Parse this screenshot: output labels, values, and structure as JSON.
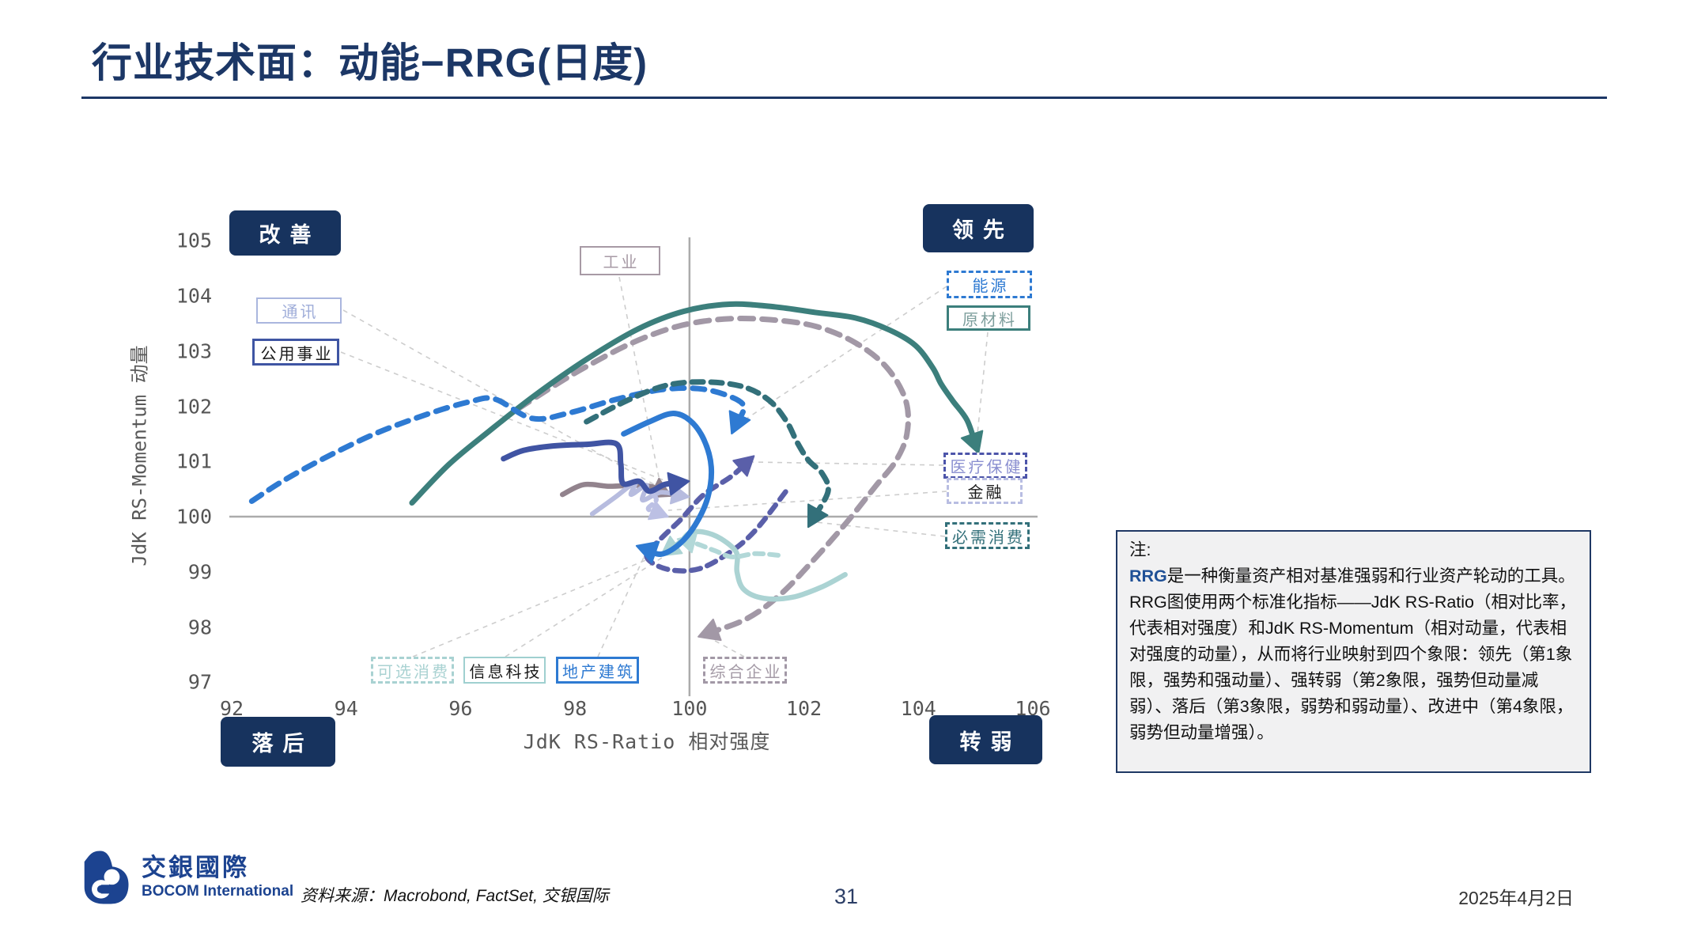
{
  "slide": {
    "title": "行业技术面：动能−RRG(日度)",
    "page_number": "31",
    "date": "2025年4月2日",
    "source_label": "资料来源：Macrobond, FactSet, 交银国际",
    "logo_cn": "交銀國際",
    "logo_en": "BOCOM International"
  },
  "note": {
    "label": "注:",
    "highlight": "RRG",
    "body": "是一种衡量资产相对基准强弱和行业资产轮动的工具。RRG图使用两个标准化指标——JdK RS-Ratio（相对比率，代表相对强度）和JdK RS-Momentum（相对动量，代表相对强度的动量），从而将行业映射到四个象限：领先（第1象限，强势和强动量）、强转弱（第2象限，强势但动量减弱）、落后（第3象限，弱势和弱动量）、改进中（第4象限，弱势但动量增强）。"
  },
  "chart_data": {
    "type": "line",
    "subtype": "rrg-rotation-trails",
    "title": "",
    "xlabel": "JdK RS-Ratio 相对强度",
    "ylabel": "JdK RS-Momentum 动量",
    "xlim": [
      92,
      106
    ],
    "ylim": [
      97,
      105
    ],
    "x_ticks": [
      92,
      94,
      96,
      98,
      100,
      102,
      104,
      106
    ],
    "y_ticks": [
      97,
      98,
      99,
      100,
      101,
      102,
      103,
      104,
      105
    ],
    "grid": "off",
    "legend_position": "labeled-boxes",
    "reference_cross": {
      "x": 100,
      "y": 100
    },
    "quadrant_box_color": "#17335e",
    "quadrants": [
      {
        "label": "改善",
        "position": "top-left"
      },
      {
        "label": "领先",
        "position": "top-right"
      },
      {
        "label": "落后",
        "position": "bottom-left"
      },
      {
        "label": "转弱",
        "position": "bottom-right"
      }
    ],
    "series": [
      {
        "name": "能源",
        "color": "#2e7ad2",
        "style": "dashed",
        "dash": [
          15,
          11
        ],
        "width": 7,
        "points": [
          [
            92.35,
            100.28
          ],
          [
            92.9,
            100.65
          ],
          [
            93.6,
            101.05
          ],
          [
            94.5,
            101.5
          ],
          [
            95.4,
            101.85
          ],
          [
            96.15,
            102.08
          ],
          [
            96.6,
            102.13
          ],
          [
            97.25,
            101.78
          ],
          [
            97.9,
            101.88
          ],
          [
            98.7,
            102.12
          ],
          [
            99.5,
            102.3
          ],
          [
            100.15,
            102.32
          ],
          [
            100.65,
            102.2
          ],
          [
            100.95,
            102.0
          ],
          [
            100.8,
            101.65
          ]
        ]
      },
      {
        "name": "原材料",
        "color": "#3c7f7c",
        "style": "solid",
        "dash": null,
        "width": 7,
        "points": [
          [
            95.15,
            100.25
          ],
          [
            95.8,
            100.95
          ],
          [
            96.5,
            101.55
          ],
          [
            97.3,
            102.2
          ],
          [
            98.2,
            102.85
          ],
          [
            99.1,
            103.4
          ],
          [
            99.9,
            103.72
          ],
          [
            100.7,
            103.85
          ],
          [
            101.5,
            103.8
          ],
          [
            102.2,
            103.7
          ],
          [
            102.9,
            103.6
          ],
          [
            103.5,
            103.38
          ],
          [
            103.95,
            103.1
          ],
          [
            104.25,
            102.7
          ],
          [
            104.4,
            102.4
          ],
          [
            104.6,
            102.1
          ],
          [
            104.85,
            101.75
          ],
          [
            105.0,
            101.3
          ]
        ]
      },
      {
        "name": "综合企业",
        "color": "#a298a6",
        "style": "dashed",
        "dash": [
          17,
          11
        ],
        "width": 7,
        "points": [
          [
            97.0,
            101.95
          ],
          [
            97.6,
            102.35
          ],
          [
            98.2,
            102.72
          ],
          [
            99.0,
            103.15
          ],
          [
            99.8,
            103.45
          ],
          [
            100.6,
            103.58
          ],
          [
            101.4,
            103.57
          ],
          [
            102.2,
            103.45
          ],
          [
            102.9,
            103.15
          ],
          [
            103.45,
            102.7
          ],
          [
            103.78,
            102.1
          ],
          [
            103.8,
            101.5
          ],
          [
            103.6,
            101.0
          ],
          [
            103.25,
            100.55
          ],
          [
            102.75,
            99.9
          ],
          [
            102.2,
            99.25
          ],
          [
            101.6,
            98.6
          ],
          [
            101.0,
            98.15
          ],
          [
            100.3,
            97.88
          ]
        ]
      },
      {
        "name": "必需消费",
        "color": "#33707a",
        "style": "dashed",
        "dash": [
          14,
          10
        ],
        "width": 7,
        "points": [
          [
            98.2,
            101.72
          ],
          [
            98.9,
            102.1
          ],
          [
            99.6,
            102.38
          ],
          [
            100.3,
            102.44
          ],
          [
            100.95,
            102.35
          ],
          [
            101.4,
            102.1
          ],
          [
            101.7,
            101.72
          ],
          [
            101.88,
            101.35
          ],
          [
            102.08,
            101.02
          ],
          [
            102.32,
            100.78
          ],
          [
            102.42,
            100.45
          ],
          [
            102.15,
            99.95
          ]
        ]
      },
      {
        "name": "工业",
        "color": "#92838d",
        "style": "solid",
        "dash": null,
        "width": 6.5,
        "points": [
          [
            97.78,
            100.4
          ],
          [
            98.15,
            100.58
          ],
          [
            98.6,
            100.55
          ],
          [
            99.05,
            100.57
          ],
          [
            99.35,
            100.54
          ],
          [
            99.55,
            100.44
          ]
        ]
      },
      {
        "name": "通讯",
        "color": "#b7bcdf",
        "style": "solid",
        "dash": null,
        "width": 6,
        "points": [
          [
            98.3,
            100.05
          ],
          [
            98.7,
            100.35
          ],
          [
            99.05,
            100.62
          ],
          [
            98.98,
            100.4
          ],
          [
            99.25,
            100.57
          ],
          [
            99.18,
            100.3
          ],
          [
            99.5,
            100.44
          ],
          [
            99.86,
            100.38
          ]
        ]
      },
      {
        "name": "公用事业",
        "color": "#4054a3",
        "style": "solid",
        "dash": null,
        "width": 7,
        "points": [
          [
            96.75,
            101.05
          ],
          [
            97.1,
            101.2
          ],
          [
            97.6,
            101.28
          ],
          [
            98.2,
            101.31
          ],
          [
            98.72,
            101.32
          ],
          [
            98.8,
            100.95
          ],
          [
            98.84,
            100.6
          ],
          [
            99.12,
            100.64
          ],
          [
            99.3,
            100.46
          ],
          [
            99.56,
            100.58
          ],
          [
            99.84,
            100.62
          ]
        ]
      },
      {
        "name": "金融",
        "color": "#bcc0e4",
        "style": "dashed",
        "dash": [
          9,
          7
        ],
        "width": 6,
        "points": [
          [
            99.2,
            100.55
          ],
          [
            99.42,
            100.32
          ],
          [
            99.28,
            100.14
          ],
          [
            99.5,
            100.05
          ]
        ]
      },
      {
        "name": "医疗保健",
        "color": "#5a5fa9",
        "style": "dashed",
        "dash": [
          12,
          9
        ],
        "width": 6.5,
        "points": [
          [
            101.68,
            100.45
          ],
          [
            101.15,
            99.75
          ],
          [
            100.7,
            99.35
          ],
          [
            100.15,
            99.05
          ],
          [
            99.6,
            99.05
          ],
          [
            99.25,
            99.28
          ],
          [
            99.5,
            99.6
          ],
          [
            99.85,
            99.95
          ],
          [
            100.25,
            100.4
          ],
          [
            100.72,
            100.72
          ],
          [
            101.02,
            101.0
          ]
        ]
      },
      {
        "name": "地产建筑",
        "color": "#2e7ad2",
        "style": "solid",
        "dash": null,
        "width": 7,
        "points": [
          [
            98.85,
            101.5
          ],
          [
            99.3,
            101.72
          ],
          [
            99.7,
            101.87
          ],
          [
            100.0,
            101.75
          ],
          [
            100.25,
            101.4
          ],
          [
            100.38,
            100.9
          ],
          [
            100.32,
            100.35
          ],
          [
            100.1,
            99.85
          ],
          [
            99.82,
            99.5
          ],
          [
            99.5,
            99.32
          ],
          [
            99.22,
            99.42
          ]
        ]
      },
      {
        "name": "信息科技",
        "color": "#abd3d3",
        "style": "solid",
        "dash": null,
        "width": 6.5,
        "points": [
          [
            102.72,
            98.95
          ],
          [
            102.3,
            98.72
          ],
          [
            101.8,
            98.54
          ],
          [
            101.3,
            98.52
          ],
          [
            100.95,
            98.68
          ],
          [
            100.83,
            99.0
          ],
          [
            100.82,
            99.35
          ],
          [
            100.55,
            99.6
          ],
          [
            100.25,
            99.72
          ],
          [
            100.0,
            99.7
          ],
          [
            99.85,
            99.55
          ],
          [
            99.62,
            99.38
          ]
        ]
      },
      {
        "name": "可选消费",
        "color": "#b2d8d8",
        "style": "dashed",
        "dash": [
          11,
          8
        ],
        "width": 6,
        "points": [
          [
            101.55,
            99.3
          ],
          [
            101.15,
            99.33
          ],
          [
            100.75,
            99.27
          ],
          [
            100.45,
            99.38
          ],
          [
            100.15,
            99.5
          ],
          [
            99.92,
            99.56
          ]
        ]
      }
    ],
    "connectors": [
      [
        434,
        392,
        855,
        628
      ],
      [
        431,
        445,
        852,
        612
      ],
      [
        783,
        350,
        836,
        618
      ],
      [
        1197,
        362,
        935,
        535
      ],
      [
        1249,
        420,
        1236,
        548
      ],
      [
        1193,
        588,
        952,
        584
      ],
      [
        1197,
        621,
        845,
        645
      ],
      [
        1195,
        678,
        1032,
        660
      ],
      [
        522,
        830,
        860,
        690
      ],
      [
        639,
        830,
        848,
        698
      ],
      [
        756,
        830,
        818,
        696
      ],
      [
        941,
        830,
        895,
        805
      ]
    ]
  }
}
